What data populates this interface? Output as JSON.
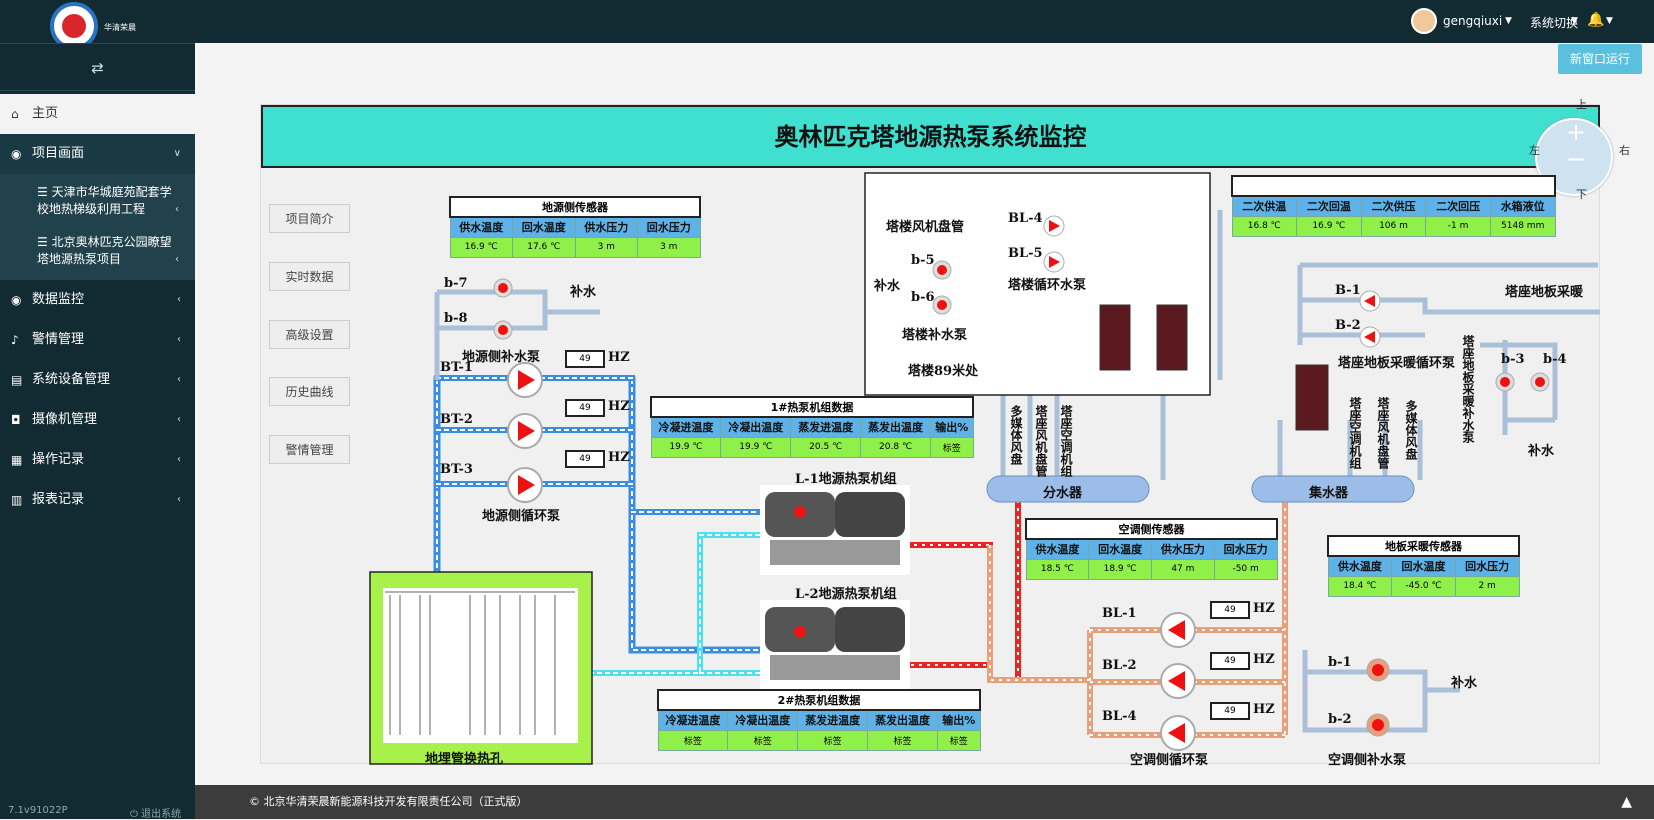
{
  "header": {
    "logo_text": "华清荣晨",
    "user": "gengqiuxi",
    "system_switch": "系统切换"
  },
  "sidebar": {
    "toggle": "⇄",
    "home": "主页",
    "project_screen": "项目画面",
    "sub_items": [
      {
        "line1": "天津市华城庭苑配套学",
        "line2": "校地热梯级利用工程"
      },
      {
        "line1": "北京奥林匹克公园瞭望",
        "line2": "塔地源热泵项目"
      }
    ],
    "items": [
      "数据监控",
      "警情管理",
      "系统设备管理",
      "摄像机管理",
      "操作记录",
      "报表记录"
    ],
    "version": "7.1v91022P",
    "logout": "退出系统"
  },
  "footer": {
    "copyright": "© 北京华清荣晨新能源科技开发有限责任公司（正式版）"
  },
  "new_window": "新窗口运行",
  "title": "奥林匹克塔地源热泵系统监控",
  "side_buttons": [
    "项目简介",
    "实时数据",
    "高级设置",
    "历史曲线",
    "警情管理"
  ],
  "pan": {
    "up": "上",
    "down": "下",
    "left": "左",
    "right": "右",
    "zoom_in": "+",
    "zoom_out": "−"
  },
  "ground_sensor": {
    "title": "地源侧传感器",
    "headers": [
      "供水温度",
      "回水温度",
      "供水压力",
      "回水压力"
    ],
    "values": [
      "16.9 ℃",
      "17.6 ℃",
      "3 m",
      "3 m"
    ]
  },
  "secondary": {
    "headers": [
      "二次供温",
      "二次回温",
      "二次供压",
      "二次回压",
      "水箱液位"
    ],
    "values": [
      "16.8 ℃",
      "16.9 ℃",
      "106 m",
      "-1 m",
      "5148 mm"
    ]
  },
  "unit1": {
    "title": "1#热泵机组数据",
    "headers": [
      "冷凝进温度",
      "冷凝出温度",
      "蒸发进温度",
      "蒸发出温度",
      "输出%"
    ],
    "values": [
      "19.9 ℃",
      "19.9 ℃",
      "20.5 ℃",
      "20.8 ℃",
      "标签"
    ]
  },
  "unit2": {
    "title": "2#热泵机组数据",
    "headers": [
      "冷凝进温度",
      "冷凝出温度",
      "蒸发进温度",
      "蒸发出温度",
      "输出%"
    ],
    "values": [
      "标签",
      "标签",
      "标签",
      "标签",
      "标签"
    ]
  },
  "ac_sensor": {
    "title": "空调侧传感器",
    "headers": [
      "供水温度",
      "回水温度",
      "供水压力",
      "回水压力"
    ],
    "values": [
      "18.5 ℃",
      "18.9 ℃",
      "47 m",
      "-50 m"
    ]
  },
  "floor_sensor": {
    "title": "地板采暖传感器",
    "headers": [
      "供水温度",
      "回水温度",
      "回水压力"
    ],
    "values": [
      "18.4 ℃",
      "-45.0 ℃",
      "2 m"
    ]
  },
  "labels": {
    "b7": "b-7",
    "b8": "b-8",
    "bushui": "补水",
    "ground_makeup_pump": "地源侧补水泵",
    "bt1": "BT-1",
    "bt2": "BT-2",
    "bt3": "BT-3",
    "ground_circ_pump": "地源侧循环泵",
    "hz": "HZ",
    "hz_value": "49",
    "tower_fan": "塔楼风机盘管",
    "bl4": "BL-4",
    "bl5": "BL-5",
    "b5": "b-5",
    "b6": "b-6",
    "tower_circ_pump": "塔楼循环水泵",
    "tower_makeup_pump": "塔楼补水泵",
    "tower_89": "塔楼89米处",
    "b1u": "B-1",
    "b2u": "B-2",
    "tower_floor_heat": "塔座地板采暖",
    "floor_circ_pump": "塔座地板采暖循环泵",
    "b3": "b-3",
    "b4": "b-4",
    "tower_floor_makeup": "塔座地板采暖补水泵",
    "l1": "L-1地源热泵机组",
    "l2": "L-2地源热泵机组",
    "divider": "分水器",
    "collector": "集水器",
    "v_multi_fan": "多媒体风盘",
    "v_tower_fan": "塔座风机盘管",
    "v_tower_ac": "塔座空调机组",
    "bl1": "BL-1",
    "bl2": "BL-2",
    "bl4b": "BL-4",
    "ac_circ_pump": "空调侧循环泵",
    "b1": "b-1",
    "b2": "b-2",
    "ac_makeup_pump": "空调侧补水泵",
    "borehole": "地埋管换热孔"
  }
}
